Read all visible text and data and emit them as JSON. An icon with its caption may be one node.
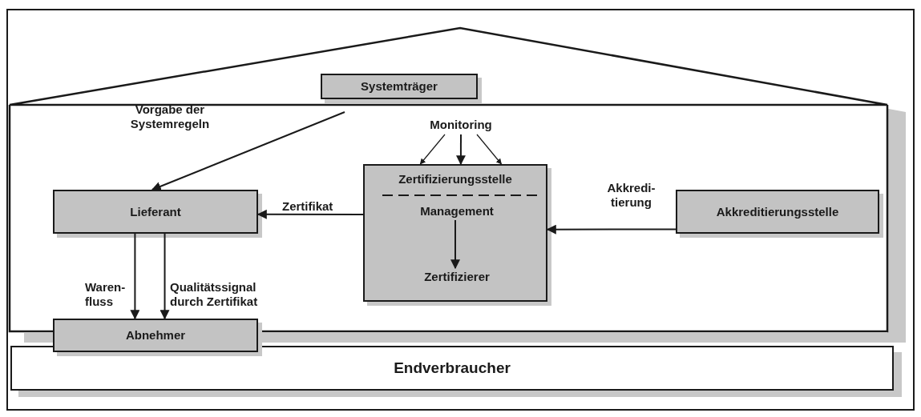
{
  "diagram": {
    "nodes": [
      {
        "text": [
          "Systemträger"
        ]
      },
      {
        "text": [
          "Monitoring"
        ]
      },
      {
        "text": [
          "Zertifizierungsstelle"
        ]
      },
      {
        "text": [
          "Management"
        ],
        "in": 2
      },
      {
        "text": [
          "Zertifizierer"
        ],
        "in": 2
      },
      {
        "text": [
          "Lieferant"
        ]
      },
      {
        "text": [
          "Akkreditierungsstelle"
        ]
      },
      {
        "text": [
          "Abnehmer"
        ]
      },
      {
        "text": [
          "Endverbraucher"
        ]
      }
    ],
    "edges": [
      {
        "from": null,
        "to": 5,
        "arrow": "to",
        "label": "Vorgabe der Systemregeln"
      },
      {
        "from": 1,
        "to": 2,
        "arrow": "to"
      },
      {
        "from": 1,
        "to": 2,
        "arrow": "to"
      },
      {
        "from": 1,
        "to": 2,
        "arrow": "to"
      },
      {
        "from": 3,
        "to": 4,
        "arrow": "to"
      },
      {
        "from": 2,
        "to": 5,
        "arrow": "to",
        "label": "Zertifikat"
      },
      {
        "from": 6,
        "to": 2,
        "arrow": "to",
        "label": "Akkredi- tierung"
      },
      {
        "from": 5,
        "to": 7,
        "arrow": "to",
        "label": "Waren- fluss"
      },
      {
        "from": 5,
        "to": 7,
        "arrow": "to",
        "label": "Qualitätssignal durch Zertifikat"
      }
    ]
  }
}
